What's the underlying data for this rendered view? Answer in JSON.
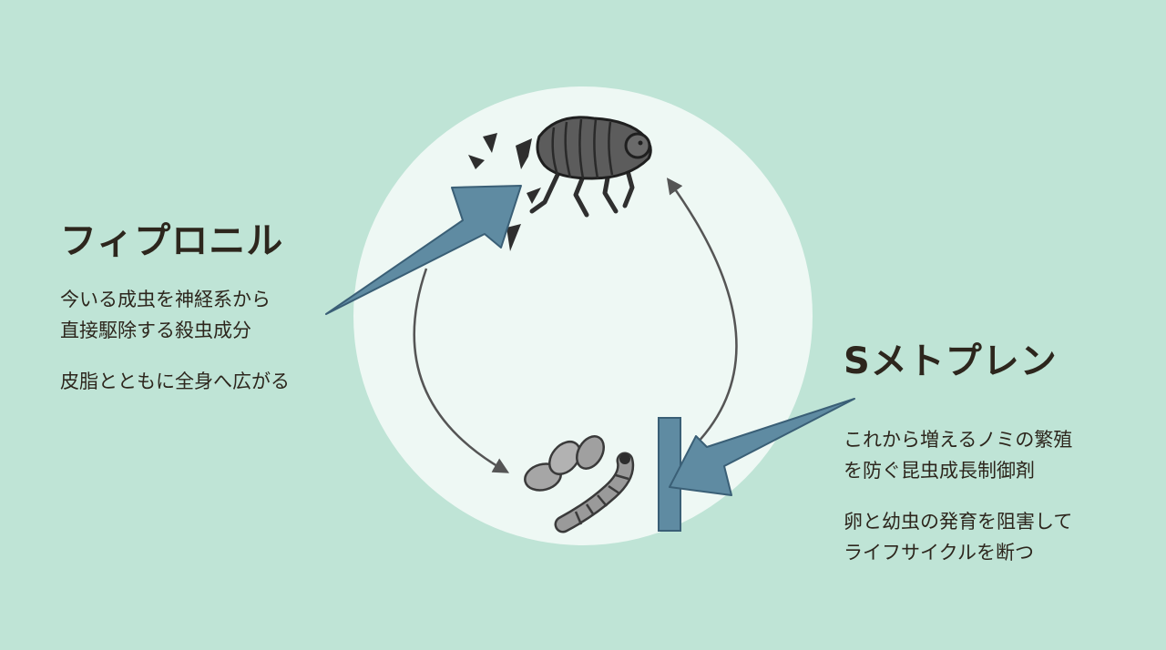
{
  "fipronil": {
    "title": "フィプロニル",
    "desc_line1": "今いる成虫を神経系から",
    "desc_line2": "直接駆除する殺虫成分",
    "note": "皮脂とともに全身へ広がる"
  },
  "methoprene": {
    "title": "Sメトプレン",
    "desc_line1": "これから増えるノミの繁殖",
    "desc_line2": "を防ぐ昆虫成長制御剤",
    "note_line1": "卵と幼虫の発育を阻害して",
    "note_line2": "ライフサイクルを断つ"
  },
  "colors": {
    "background": "#bfe4d6",
    "circle": "#eef8f4",
    "arrow_fill": "#5f8ba2",
    "arrow_stroke": "#3a5f76",
    "cycle_arrow": "#555555",
    "text": "#2d261d"
  },
  "icons": {
    "flea": "flea-icon",
    "eggs": "flea-eggs-icon",
    "larva": "flea-larva-icon"
  }
}
